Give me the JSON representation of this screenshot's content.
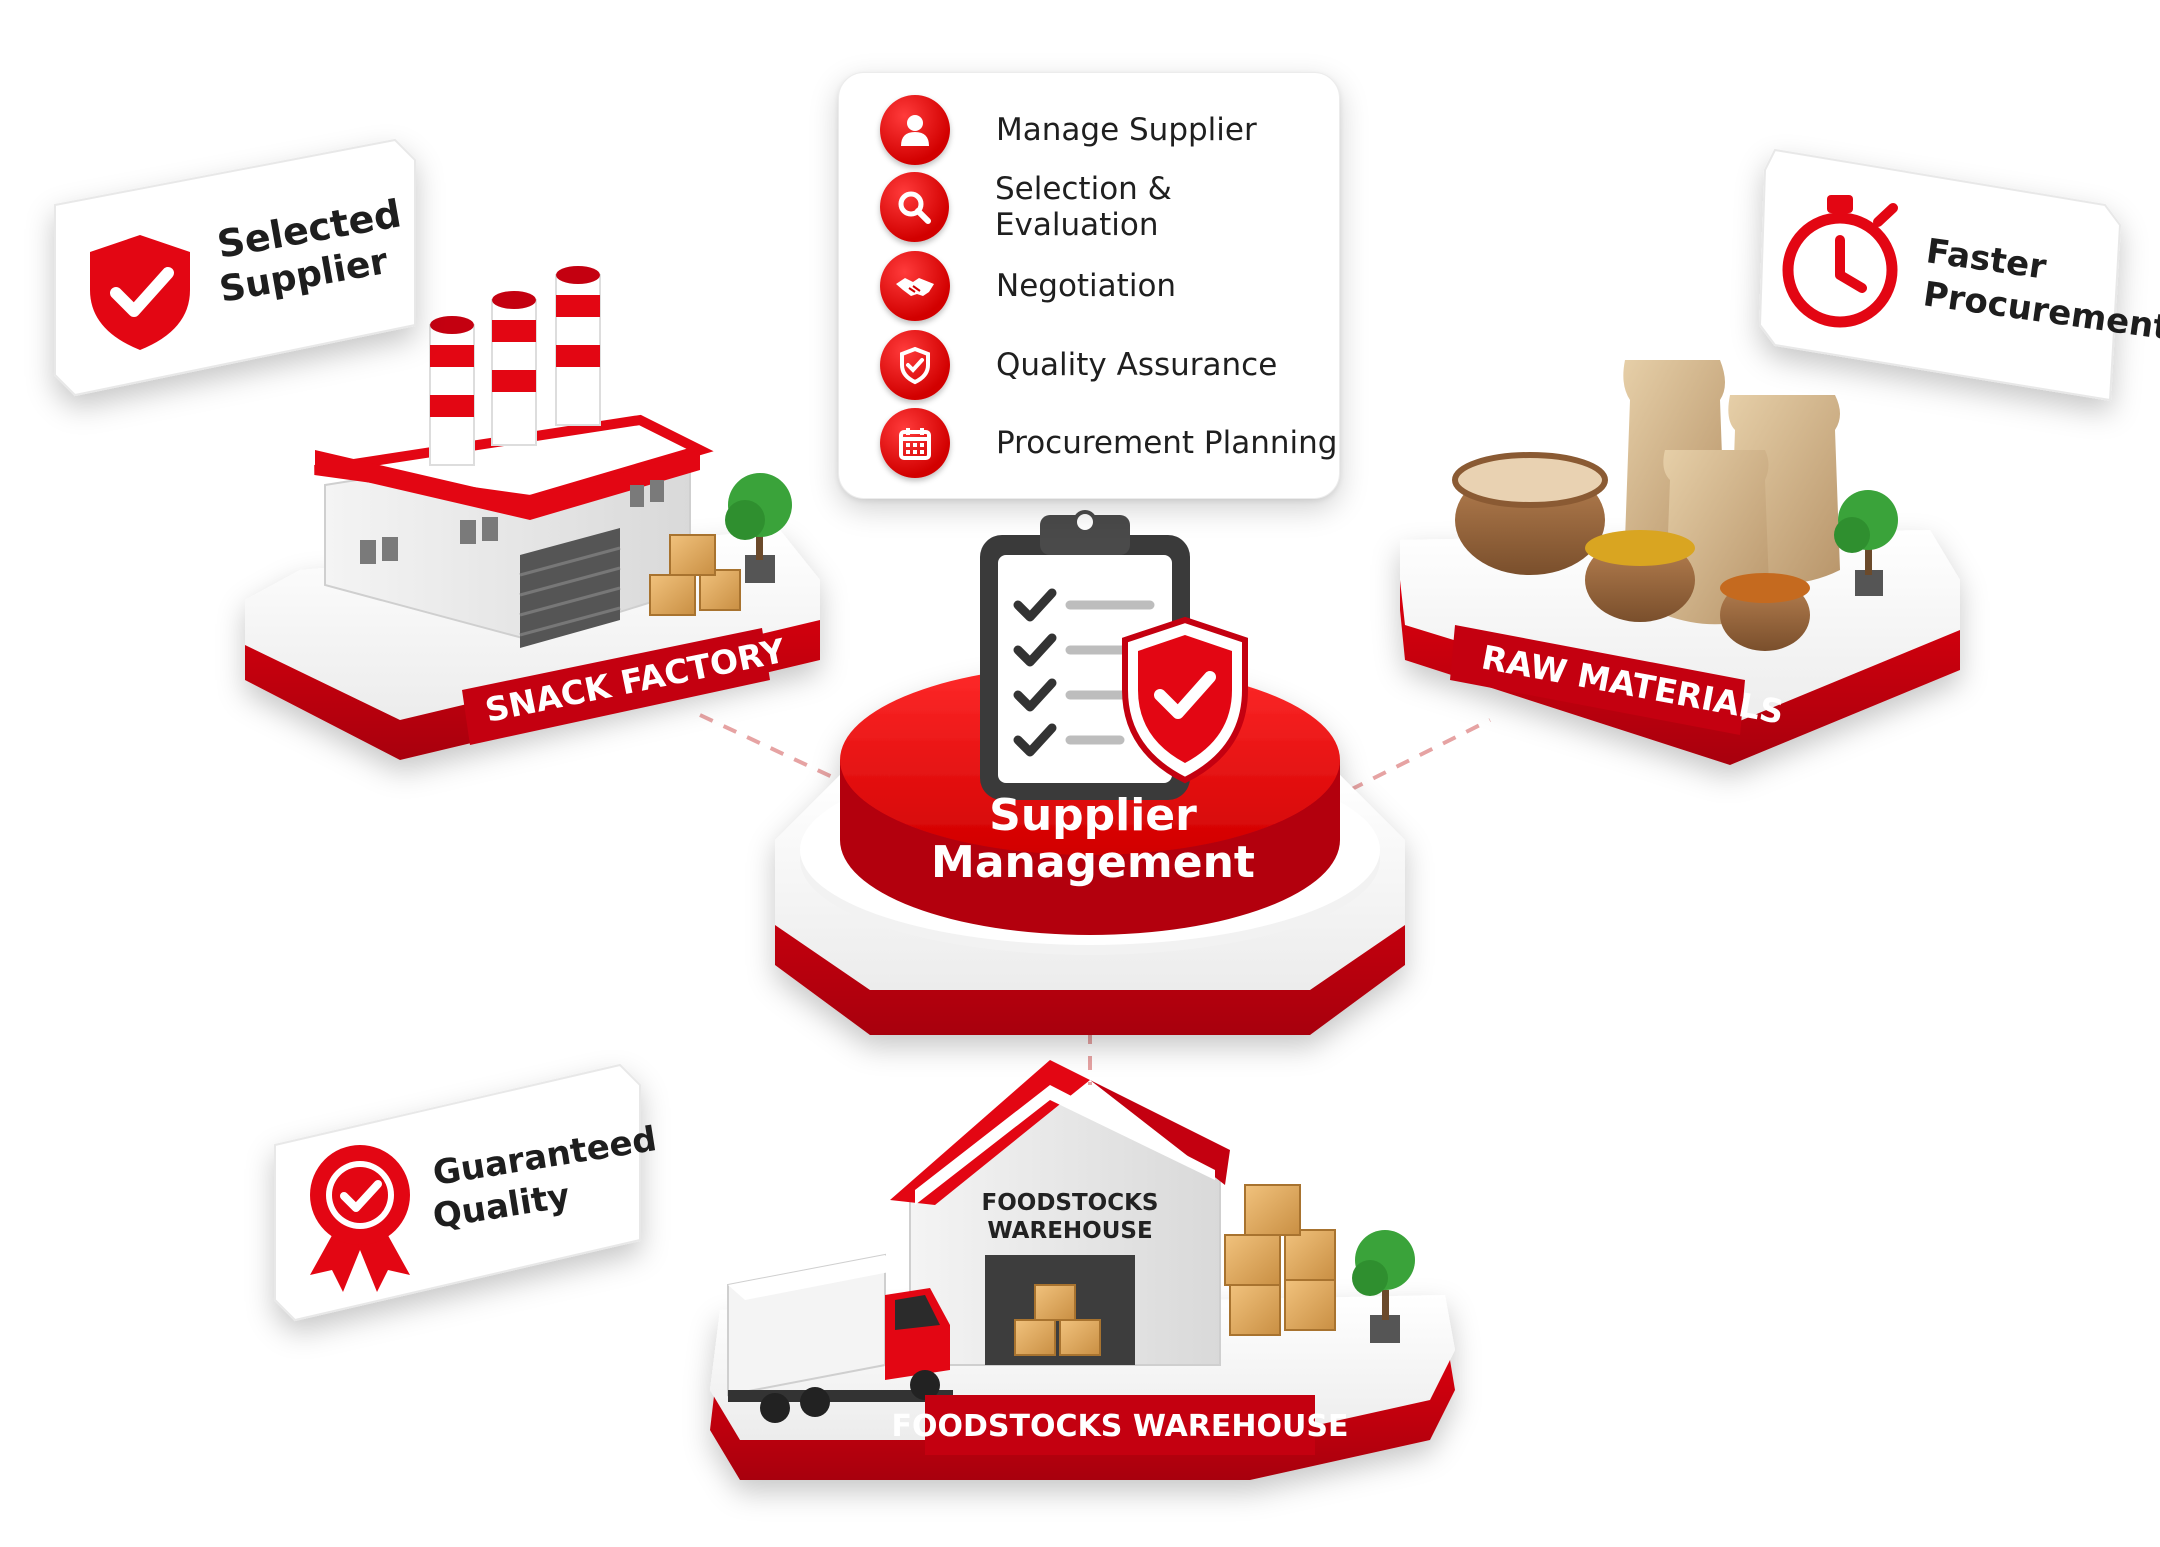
{
  "center": {
    "title_line1": "Supplier",
    "title_line2": "Management"
  },
  "services": [
    {
      "label": "Manage Supplier",
      "icon": "user-icon"
    },
    {
      "label": "Selection & Evaluation",
      "icon": "search-icon"
    },
    {
      "label": "Negotiation",
      "icon": "handshake-icon"
    },
    {
      "label": "Quality Assurance",
      "icon": "shield-check-icon"
    },
    {
      "label": "Procurement Planning",
      "icon": "calendar-icon"
    }
  ],
  "benefits": {
    "selected_supplier": {
      "line1": "Selected",
      "line2": "Supplier",
      "icon": "shield-check-icon"
    },
    "faster_procurement": {
      "line1": "Faster",
      "line2": "Procurement",
      "icon": "stopwatch-icon"
    },
    "guaranteed_quality": {
      "line1": "Guaranteed",
      "line2": "Quality",
      "icon": "award-ribbon-icon"
    }
  },
  "nodes": {
    "snack_factory": {
      "label": "SNACK FACTORY"
    },
    "raw_materials": {
      "label": "RAW MATERIALS"
    },
    "warehouse": {
      "label": "FOODSTOCKS WAREHOUSE",
      "sign_line1": "FOODSTOCKS",
      "sign_line2": "WAREHOUSE"
    }
  },
  "colors": {
    "brand_red": "#e30613",
    "dark_red": "#a8000a",
    "white": "#ffffff",
    "text_dark": "#1e1e1e"
  }
}
